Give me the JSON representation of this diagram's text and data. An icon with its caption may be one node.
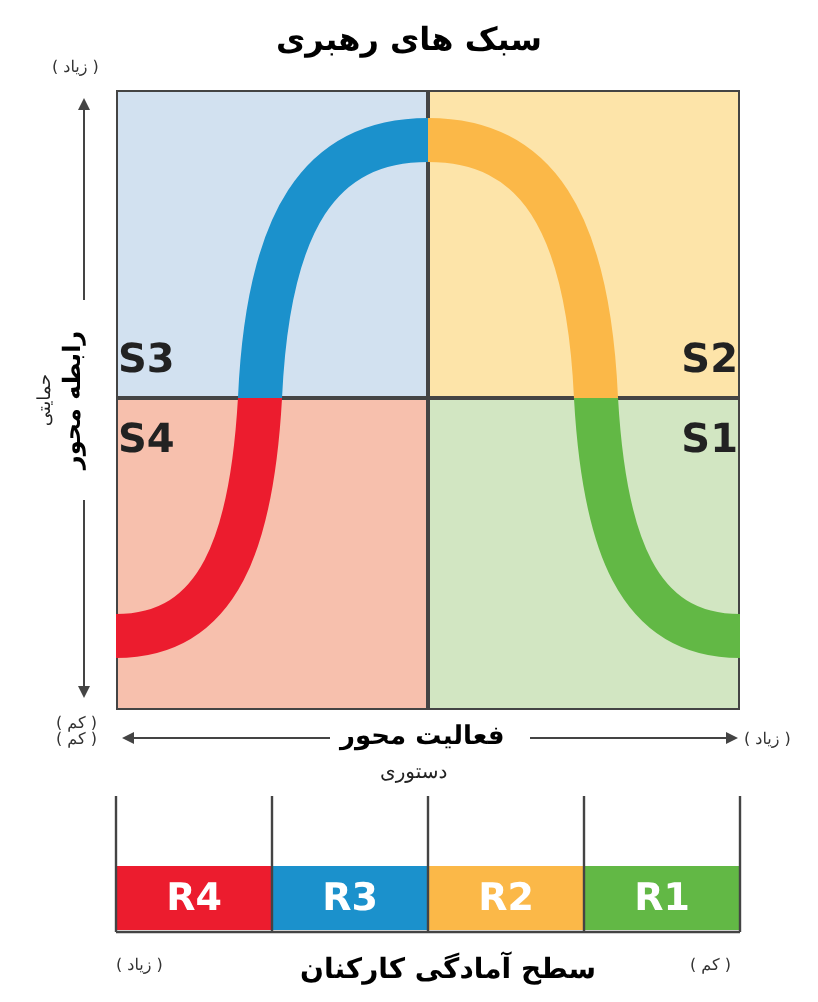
{
  "diagram": {
    "title": "سبک های رهبری",
    "nodes": [
      {
        "text": [
          "S3"
        ]
      },
      {
        "text": [
          "S2"
        ]
      },
      {
        "text": [
          "S4"
        ]
      },
      {
        "text": [
          "S1"
        ]
      },
      {
        "text": [
          "R4"
        ]
      },
      {
        "text": [
          "R3"
        ]
      },
      {
        "text": [
          "R2"
        ]
      },
      {
        "text": [
          "R1"
        ]
      }
    ],
    "labels": [
      "( زیاد )",
      "حمایتی",
      "رابطه محور",
      "( کم )",
      "( کم )",
      "فعالیت محور",
      "( زیاد )",
      "دستوری",
      "( زیاد )",
      "سطح آمادگی کارکنان",
      "( کم )"
    ]
  }
}
